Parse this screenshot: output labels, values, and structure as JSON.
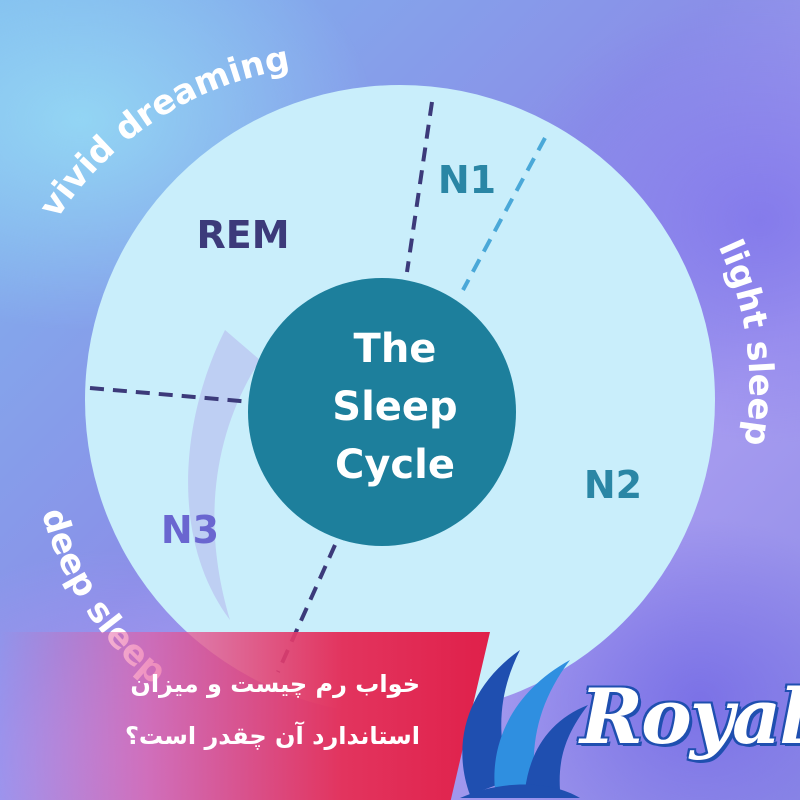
{
  "diagram": {
    "center_lines": [
      "The",
      "Sleep",
      "Cycle"
    ],
    "segments": {
      "rem": "REM",
      "n1": "N1",
      "n2": "N2",
      "n3": "N3"
    },
    "ring_labels": {
      "vivid": "vivid dreaming",
      "light": "light sleep",
      "deep": "deep sleep"
    }
  },
  "banner": {
    "line1": "خواب رم چیست و میزان",
    "line2": "استاندارد آن چقدر است؟"
  },
  "brand": {
    "name": "Royal"
  },
  "colors": {
    "outer_circle": "#c9eefb",
    "center_circle": "#1d7f9c",
    "rem_label": "#3c3a7a",
    "n1_label": "#2a86a5",
    "n2_label": "#2a86a5",
    "n3_label": "#6a66d0",
    "dash_dark": "#3c3a7a",
    "dash_light": "#4aa8d8",
    "banner_red": "#e0204a",
    "logo_blue": "#1f4fb0"
  }
}
